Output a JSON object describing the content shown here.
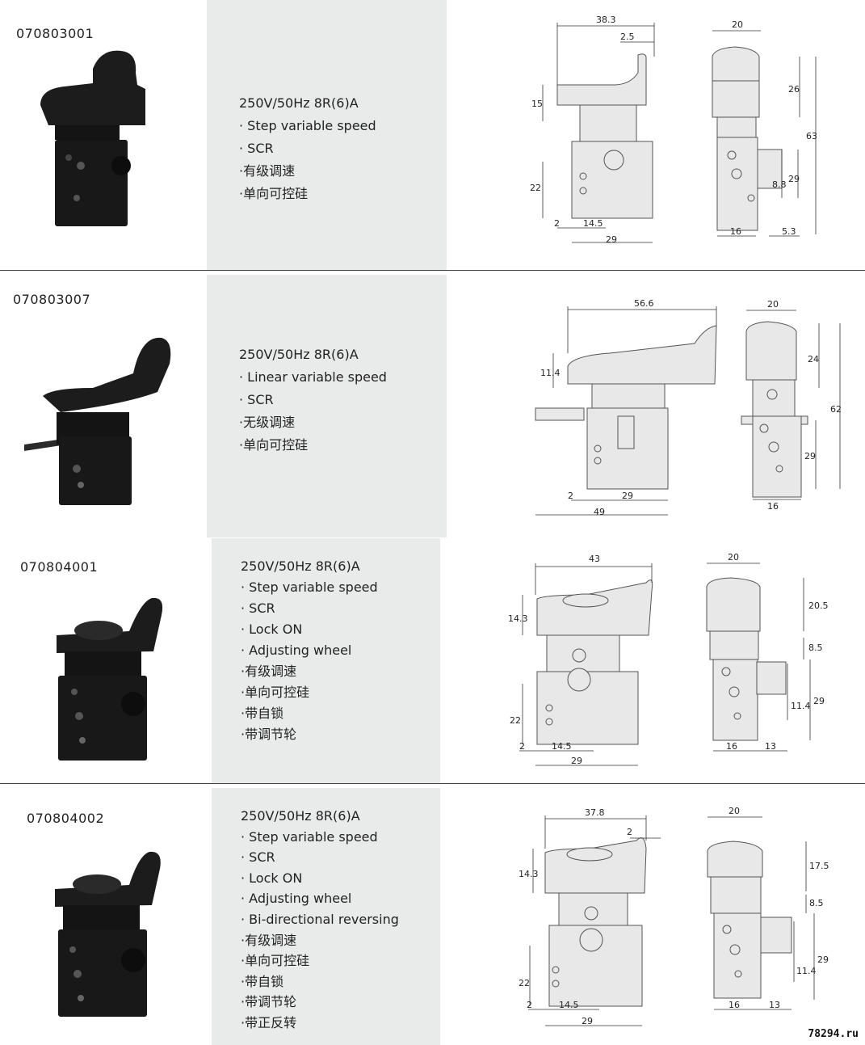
{
  "products": [
    {
      "code": "070803001",
      "specs": [
        "250V/50Hz 8R(6)A",
        "· Step variable speed",
        "· SCR",
        "·有级调速",
        "·单向可控硅"
      ],
      "dims_side": [
        "38.3",
        "2.5",
        "15",
        "22",
        "2",
        "14.5",
        "29"
      ],
      "dims_front": [
        "20",
        "26",
        "63",
        "8.8",
        "29",
        "16",
        "5.3"
      ]
    },
    {
      "code": "070803007",
      "specs": [
        "250V/50Hz  8R(6)A",
        "· Linear variable speed",
        "· SCR",
        "·无级调速",
        "·单向可控硅"
      ],
      "dims_side": [
        "56.6",
        "11.4",
        "2",
        "29",
        "49"
      ],
      "dims_front": [
        "20",
        "24",
        "62",
        "29",
        "16"
      ]
    },
    {
      "code": "070804001",
      "specs": [
        "250V/50Hz  8R(6)A",
        "· Step variable speed",
        "· SCR",
        "· Lock ON",
        "· Adjusting wheel",
        "·有级调速",
        "·单向可控硅",
        "·带自锁",
        "·带调节轮"
      ],
      "dims_side": [
        "43",
        "14.3",
        "22",
        "2",
        "14.5",
        "29"
      ],
      "dims_front": [
        "20",
        "20.5",
        "8.5",
        "11.4",
        "29",
        "16",
        "13"
      ]
    },
    {
      "code": "070804002",
      "specs": [
        "250V/50Hz  8R(6)A",
        "· Step variable speed",
        "· SCR",
        "· Lock ON",
        "· Adjusting wheel",
        "· Bi-directional reversing",
        "·有级调速",
        "·单向可控硅",
        "·带自锁",
        "·带调节轮",
        "·带正反转"
      ],
      "dims_side": [
        "37.8",
        "2",
        "14.3",
        "22",
        "2",
        "14.5",
        "29"
      ],
      "dims_front": [
        "20",
        "17.5",
        "8.5",
        "11.4",
        "29",
        "16",
        "13"
      ]
    }
  ],
  "watermark": "78294.ru"
}
